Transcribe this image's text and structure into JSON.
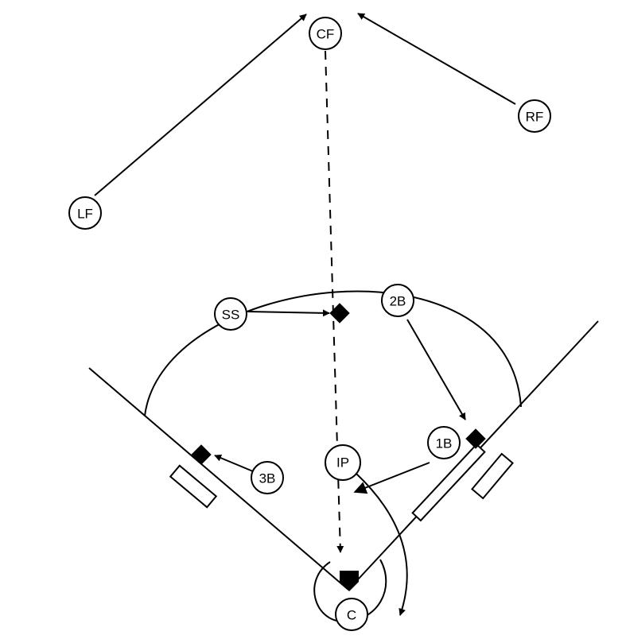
{
  "positions": {
    "cf": "CF",
    "rf": "RF",
    "lf": "LF",
    "ss": "SS",
    "second_base": "2B",
    "first_base": "1B",
    "pitcher": "IP",
    "third_base": "3B",
    "catcher": "C"
  }
}
